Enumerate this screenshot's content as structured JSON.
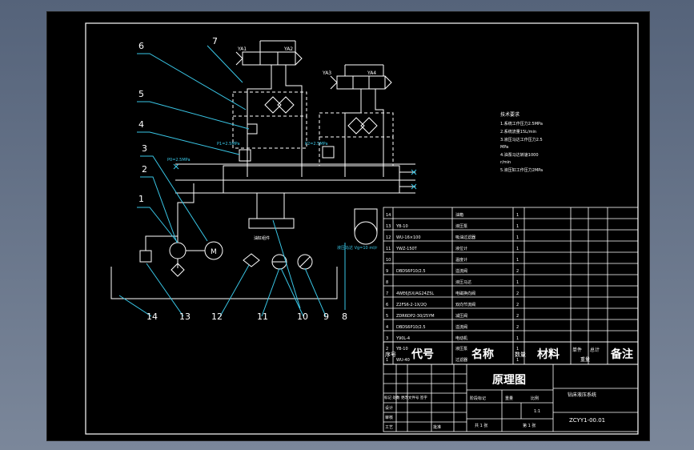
{
  "callouts": [
    "1",
    "2",
    "3",
    "4",
    "5",
    "6",
    "7",
    "8",
    "9",
    "10",
    "11",
    "12",
    "13",
    "14"
  ],
  "valve_codes": {
    "v1": "YA1",
    "v2": "YA2",
    "v3": "YA3",
    "v4": "YA4"
  },
  "pressure_notes": {
    "pump": "P0=2.5MPa",
    "left": "P1=2.5MPa",
    "right": "P2=2.5MPa"
  },
  "cylinder_label": "油缸组件",
  "motor_label": "M",
  "motor_note": "液压马达 Vg=10 ml/r",
  "tech_req": {
    "title": "技术要求",
    "lines": [
      "1.系统工作压力2.5MPa",
      "2.系统流量15L/min",
      "3.液压马达工作压力2.5",
      "  MPa",
      "4.油泵马达转速1000",
      "  r/min",
      "5.液压缸工作压力2MPa"
    ]
  },
  "bom": {
    "rows": [
      {
        "no": "14",
        "code": "",
        "name": "油箱",
        "qty": "1"
      },
      {
        "no": "13",
        "code": "YB-10",
        "name": "液压泵",
        "qty": "1"
      },
      {
        "no": "12",
        "code": "WU-16×100",
        "name": "吸油过滤器",
        "qty": "1"
      },
      {
        "no": "11",
        "code": "YWZ-150T",
        "name": "液位计",
        "qty": "1"
      },
      {
        "no": "10",
        "code": "",
        "name": "温度计",
        "qty": "1"
      },
      {
        "no": "9",
        "code": "DBDS6P10/2.5",
        "name": "溢流阀",
        "qty": "2"
      },
      {
        "no": "8",
        "code": "",
        "name": "液压马达",
        "qty": "1"
      },
      {
        "no": "7",
        "code": "4WE6J5X/AG24Z5L",
        "name": "电磁换向阀",
        "qty": "2"
      },
      {
        "no": "6",
        "code": "Z2FS6-2-1X/2Q",
        "name": "双向节流阀",
        "qty": "2"
      },
      {
        "no": "5",
        "code": "ZDR6DP2-30/25YM",
        "name": "减压阀",
        "qty": "2"
      },
      {
        "no": "4",
        "code": "DBDS6P10/2.5",
        "name": "溢流阀",
        "qty": "2"
      },
      {
        "no": "3",
        "code": "Y90L-4",
        "name": "电动机",
        "qty": "1"
      },
      {
        "no": "2",
        "code": "YB-10",
        "name": "液压泵",
        "qty": "1"
      },
      {
        "no": "1",
        "code": "WU-40",
        "name": "过滤器",
        "qty": "1"
      }
    ],
    "header": {
      "no": "序号",
      "code": "代号",
      "name": "名称",
      "qty": "数量",
      "material": "材料",
      "unit_wt": "单件",
      "total_wt": "总计",
      "weight": "重量",
      "remark": "备注"
    }
  },
  "title_block": {
    "drawing_name": "原理图",
    "project": "钻床液压系统",
    "drawing_no": "ZCYY1-00.01",
    "scale": "1:1",
    "sheet_info": "共 1 张",
    "sheet_no": "第 1 张",
    "stage": "阶段标记",
    "weight_lbl": "重量",
    "scale_lbl": "比例",
    "rev_row": "标记 处数 更改文件号 签字",
    "designer": "设计",
    "checker": "审核",
    "process": "工艺",
    "approve": "批准"
  }
}
